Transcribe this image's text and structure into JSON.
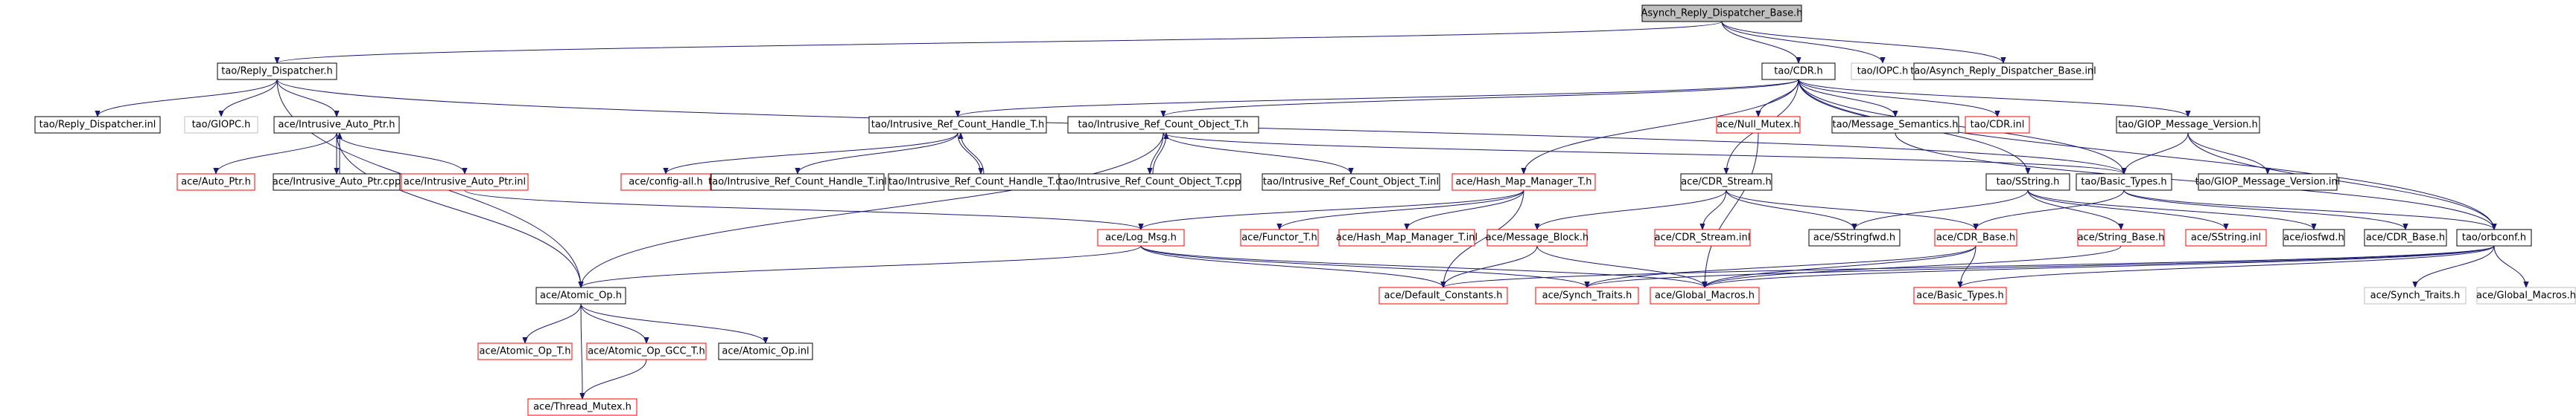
{
  "colors": {
    "edge": "#191970",
    "root_fill": "#bfbfbf",
    "node_border_normal": "#000000",
    "node_border_truncated": "#ff0000",
    "node_border_external": "#bfbfbf",
    "text": "#000000"
  },
  "nodes": [
    {
      "id": "n0",
      "label": "Asynch_Reply_Dispatcher_Base.h",
      "style": "root"
    },
    {
      "id": "n1",
      "label": "tao/Reply_Dispatcher.h",
      "style": "normal"
    },
    {
      "id": "n2",
      "label": "tao/CDR.h",
      "style": "normal"
    },
    {
      "id": "n3",
      "label": "tao/IOPC.h",
      "style": "external"
    },
    {
      "id": "n4",
      "label": "tao/Asynch_Reply_Dispatcher_Base.inl",
      "style": "normal"
    },
    {
      "id": "n5",
      "label": "tao/Reply_Dispatcher.inl",
      "style": "normal"
    },
    {
      "id": "n6",
      "label": "tao/GIOPC.h",
      "style": "external"
    },
    {
      "id": "n7",
      "label": "ace/Intrusive_Auto_Ptr.h",
      "style": "normal"
    },
    {
      "id": "n8",
      "label": "tao/Intrusive_Ref_Count_Handle_T.h",
      "style": "normal"
    },
    {
      "id": "n9",
      "label": "tao/Intrusive_Ref_Count_Object_T.h",
      "style": "normal"
    },
    {
      "id": "n10",
      "label": "ace/Null_Mutex.h",
      "style": "truncated"
    },
    {
      "id": "n11",
      "label": "tao/Message_Semantics.h",
      "style": "normal"
    },
    {
      "id": "n12",
      "label": "tao/CDR.inl",
      "style": "truncated"
    },
    {
      "id": "n13",
      "label": "tao/GIOP_Message_Version.h",
      "style": "normal"
    },
    {
      "id": "n14",
      "label": "ace/Auto_Ptr.h",
      "style": "truncated"
    },
    {
      "id": "n15",
      "label": "ace/Intrusive_Auto_Ptr.cpp",
      "style": "normal"
    },
    {
      "id": "n16",
      "label": "ace/Intrusive_Auto_Ptr.inl",
      "style": "truncated"
    },
    {
      "id": "n17",
      "label": "ace/config-all.h",
      "style": "truncated"
    },
    {
      "id": "n18",
      "label": "tao/Intrusive_Ref_Count_Handle_T.inl",
      "style": "normal"
    },
    {
      "id": "n19",
      "label": "tao/Intrusive_Ref_Count_Handle_T.cpp",
      "style": "normal"
    },
    {
      "id": "n20",
      "label": "tao/Intrusive_Ref_Count_Object_T.cpp",
      "style": "normal"
    },
    {
      "id": "n21",
      "label": "tao/Intrusive_Ref_Count_Object_T.inl",
      "style": "normal"
    },
    {
      "id": "n22",
      "label": "ace/Hash_Map_Manager_T.h",
      "style": "truncated"
    },
    {
      "id": "n23",
      "label": "ace/CDR_Stream.h",
      "style": "normal"
    },
    {
      "id": "n24",
      "label": "tao/SString.h",
      "style": "normal"
    },
    {
      "id": "n25",
      "label": "tao/Basic_Types.h",
      "style": "normal"
    },
    {
      "id": "n26",
      "label": "tao/GIOP_Message_Version.inl",
      "style": "normal"
    },
    {
      "id": "n27",
      "label": "ace/Log_Msg.h",
      "style": "truncated"
    },
    {
      "id": "n28",
      "label": "ace/Functor_T.h",
      "style": "truncated"
    },
    {
      "id": "n29",
      "label": "ace/Hash_Map_Manager_T.inl",
      "style": "truncated"
    },
    {
      "id": "n30",
      "label": "ace/Message_Block.h",
      "style": "truncated"
    },
    {
      "id": "n31",
      "label": "ace/CDR_Stream.inl",
      "style": "truncated"
    },
    {
      "id": "n32",
      "label": "ace/SStringfwd.h",
      "style": "normal"
    },
    {
      "id": "n33",
      "label": "ace/CDR_Base.h",
      "style": "truncated"
    },
    {
      "id": "n34",
      "label": "ace/String_Base.h",
      "style": "truncated"
    },
    {
      "id": "n35",
      "label": "ace/SString.inl",
      "style": "truncated"
    },
    {
      "id": "n36",
      "label": "ace/iosfwd.h",
      "style": "normal"
    },
    {
      "id": "n37",
      "label": "ace/CDR_Base.h",
      "style": "normal"
    },
    {
      "id": "n38",
      "label": "tao/orbconf.h",
      "style": "normal"
    },
    {
      "id": "n39",
      "label": "ace/Atomic_Op.h",
      "style": "normal"
    },
    {
      "id": "n40",
      "label": "ace/Default_Constants.h",
      "style": "truncated"
    },
    {
      "id": "n41",
      "label": "ace/Synch_Traits.h",
      "style": "truncated"
    },
    {
      "id": "n42",
      "label": "ace/Global_Macros.h",
      "style": "truncated"
    },
    {
      "id": "n43",
      "label": "ace/Basic_Types.h",
      "style": "truncated"
    },
    {
      "id": "n44",
      "label": "ace/Synch_Traits.h",
      "style": "external"
    },
    {
      "id": "n45",
      "label": "ace/Global_Macros.h",
      "style": "external"
    },
    {
      "id": "n46",
      "label": "ace/Atomic_Op_T.h",
      "style": "truncated"
    },
    {
      "id": "n47",
      "label": "ace/Atomic_Op_GCC_T.h",
      "style": "truncated"
    },
    {
      "id": "n48",
      "label": "ace/Atomic_Op.inl",
      "style": "normal"
    },
    {
      "id": "n49",
      "label": "ace/Thread_Mutex.h",
      "style": "truncated"
    }
  ],
  "edges": [
    [
      "n0",
      "n1"
    ],
    [
      "n0",
      "n2"
    ],
    [
      "n0",
      "n3"
    ],
    [
      "n0",
      "n4"
    ],
    [
      "n1",
      "n5"
    ],
    [
      "n1",
      "n6"
    ],
    [
      "n1",
      "n7"
    ],
    [
      "n1",
      "n39"
    ],
    [
      "n1",
      "n25"
    ],
    [
      "n7",
      "n14"
    ],
    [
      "n7",
      "n15"
    ],
    [
      "n7",
      "n16"
    ],
    [
      "n7",
      "n39"
    ],
    [
      "n15",
      "n7"
    ],
    [
      "n2",
      "n8"
    ],
    [
      "n2",
      "n9"
    ],
    [
      "n2",
      "n10"
    ],
    [
      "n2",
      "n11"
    ],
    [
      "n2",
      "n12"
    ],
    [
      "n2",
      "n13"
    ],
    [
      "n2",
      "n22"
    ],
    [
      "n2",
      "n23"
    ],
    [
      "n2",
      "n24"
    ],
    [
      "n2",
      "n25"
    ],
    [
      "n2",
      "n38"
    ],
    [
      "n8",
      "n17"
    ],
    [
      "n8",
      "n18"
    ],
    [
      "n8",
      "n19"
    ],
    [
      "n19",
      "n8"
    ],
    [
      "n9",
      "n20"
    ],
    [
      "n9",
      "n21"
    ],
    [
      "n9",
      "n39"
    ],
    [
      "n9",
      "n25"
    ],
    [
      "n20",
      "n9"
    ],
    [
      "n16",
      "n27"
    ],
    [
      "n10",
      "n42"
    ],
    [
      "n13",
      "n25"
    ],
    [
      "n13",
      "n26"
    ],
    [
      "n13",
      "n38"
    ],
    [
      "n11",
      "n38"
    ],
    [
      "n22",
      "n27"
    ],
    [
      "n22",
      "n28"
    ],
    [
      "n22",
      "n29"
    ],
    [
      "n22",
      "n40"
    ],
    [
      "n23",
      "n30"
    ],
    [
      "n23",
      "n31"
    ],
    [
      "n23",
      "n32"
    ],
    [
      "n23",
      "n33"
    ],
    [
      "n24",
      "n32"
    ],
    [
      "n24",
      "n34"
    ],
    [
      "n24",
      "n35"
    ],
    [
      "n24",
      "n36"
    ],
    [
      "n25",
      "n37"
    ],
    [
      "n25",
      "n38"
    ],
    [
      "n25",
      "n33"
    ],
    [
      "n27",
      "n39"
    ],
    [
      "n27",
      "n40"
    ],
    [
      "n27",
      "n41"
    ],
    [
      "n27",
      "n42"
    ],
    [
      "n30",
      "n40"
    ],
    [
      "n30",
      "n42"
    ],
    [
      "n33",
      "n41"
    ],
    [
      "n33",
      "n42"
    ],
    [
      "n33",
      "n43"
    ],
    [
      "n34",
      "n42"
    ],
    [
      "n38",
      "n40"
    ],
    [
      "n38",
      "n41"
    ],
    [
      "n38",
      "n42"
    ],
    [
      "n38",
      "n43"
    ],
    [
      "n38",
      "n44"
    ],
    [
      "n38",
      "n45"
    ],
    [
      "n39",
      "n46"
    ],
    [
      "n39",
      "n47"
    ],
    [
      "n39",
      "n48"
    ],
    [
      "n39",
      "n49"
    ],
    [
      "n47",
      "n49"
    ]
  ]
}
